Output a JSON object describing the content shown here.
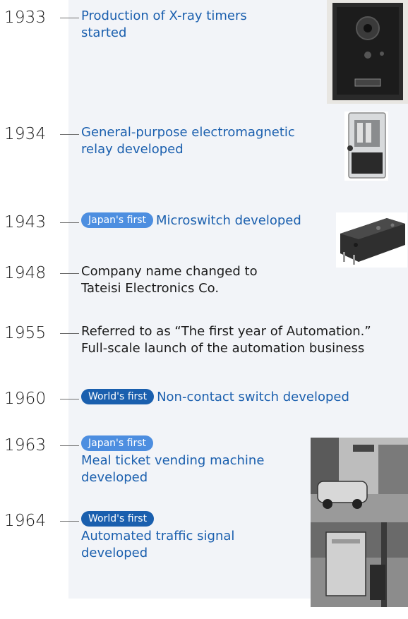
{
  "timeline": [
    {
      "year": "1933",
      "lines": [
        "Production of X-ray timers",
        "started"
      ],
      "badge": "",
      "style": "highlight"
    },
    {
      "year": "1934",
      "lines": [
        "General-purpose electromagnetic",
        "relay developed"
      ],
      "badge": "",
      "style": "highlight"
    },
    {
      "year": "1943",
      "lines": [
        "Microswitch developed"
      ],
      "badge": "Japan's first",
      "style": "highlight"
    },
    {
      "year": "1948",
      "lines": [
        "Company name changed to",
        "Tateisi Electronics Co."
      ],
      "badge": "",
      "style": "plain"
    },
    {
      "year": "1955",
      "lines": [
        "Referred to as “The first year of Automation.”",
        "Full-scale launch of the automation business"
      ],
      "badge": "",
      "style": "plain"
    },
    {
      "year": "1960",
      "lines": [
        "Non-contact switch developed"
      ],
      "badge": "World's first",
      "style": "highlight"
    },
    {
      "year": "1963",
      "lines": [
        "Meal ticket vending machine",
        "developed"
      ],
      "badge": "Japan's first",
      "style": "highlight"
    },
    {
      "year": "1964",
      "lines": [
        "Automated traffic signal",
        "developed"
      ],
      "badge": "World's first",
      "style": "highlight"
    }
  ],
  "colors": {
    "highlight_text": "#1a5fae",
    "japan_badge": "#4d8ee0",
    "world_badge": "#1a5fae",
    "panel_bg": "#f2f4f8"
  }
}
